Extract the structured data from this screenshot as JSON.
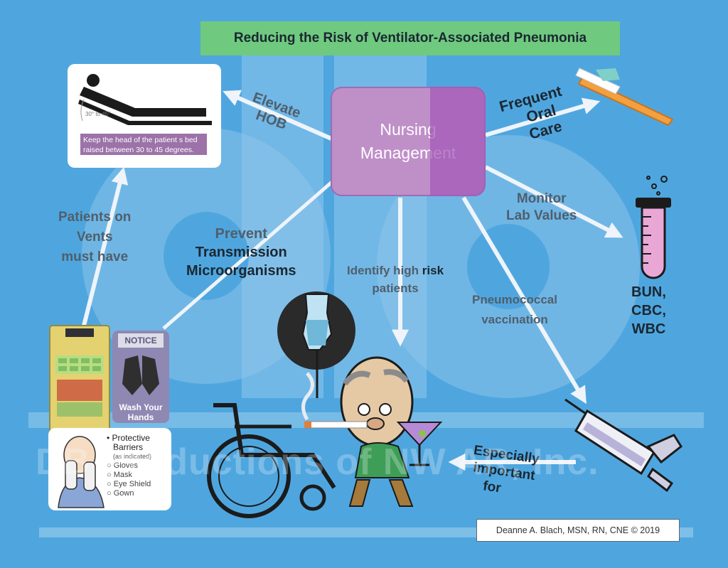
{
  "title": "Reducing the Risk of Ventilator-Associated Pneumonia",
  "hub": {
    "line1": "Nursing",
    "line2": "Management"
  },
  "branches": {
    "elevate": {
      "line1": "Elevate",
      "line2": "HOB"
    },
    "oral_care": {
      "line1": "Frequent",
      "line2": "Oral",
      "line3": "Care"
    },
    "labs": {
      "line1": "Monitor",
      "line2": "Lab Values"
    },
    "lab_list": {
      "line1": "BUN,",
      "line2": "CBC,",
      "line3": "WBC"
    },
    "transmission": {
      "line1": "Prevent",
      "line2": "Transmission",
      "line3": "Microorganisms"
    },
    "high_risk": {
      "line1_a": "Identify high ",
      "line1_b": "risk",
      "line2": "patients"
    },
    "vaccine": {
      "line1": "Pneumococcal",
      "line2": "vaccination"
    },
    "especially": {
      "line1": "Especially",
      "line2": "important",
      "line3": "for"
    },
    "vents": {
      "line1": "Patients on",
      "line2": "Vents",
      "line3": "must have"
    }
  },
  "hob_card": {
    "angle": "30° to 45°",
    "caption": "Keep the head of the patient s bed raised between 30 to 45 degrees."
  },
  "notice_sign": {
    "title": "NOTICE",
    "line1": "Wash Your",
    "line2": "Hands"
  },
  "barriers": {
    "heading": "Protective",
    "heading2": "Barriers",
    "note": "(as indicated)",
    "items": [
      "Gloves",
      "Mask",
      "Eye Shield",
      "Gown"
    ]
  },
  "watermark": "DB Productions of NW AR, Inc.",
  "credit": "Deanne A. Blach, MSN, RN, CNE © 2019",
  "colors": {
    "background": "#4fa6df",
    "title_band": "#6fca7f",
    "hub": "#bf8fc8",
    "arrow": "#eef4fa",
    "label_gray": "#4f5f6c",
    "label_dark": "#1b2731"
  }
}
